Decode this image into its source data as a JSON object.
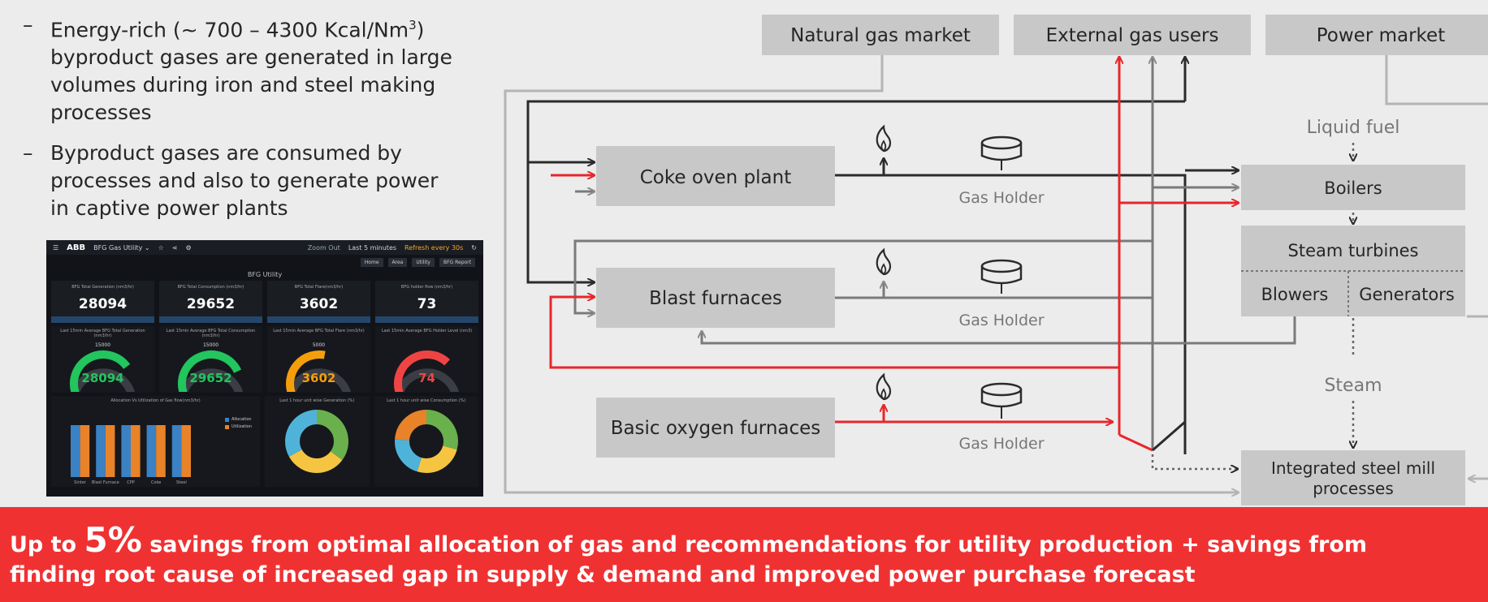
{
  "bullets": [
    {
      "dash": "–",
      "text_a": "Energy-rich (~ 700 – 4300 Kcal/Nm",
      "sup": "3",
      "text_b": ")",
      "line2": "byproduct gases are generated in large",
      "line3": "volumes during iron and steel making",
      "line4": "processes"
    },
    {
      "dash": "–",
      "line1": "Byproduct gases are consumed by",
      "line2": "processes and also to generate power",
      "line3": "in captive power plants"
    }
  ],
  "dashboard": {
    "logo": "ABB",
    "menu": "BFG Gas Utility ⌄",
    "range": "Last 5 minutes",
    "refresh": "Refresh every 30s",
    "zoom": "Zoom Out",
    "buttons": [
      "Home",
      "Area",
      "Utility",
      "BFG Report"
    ],
    "title": "BFG Utility",
    "stats": [
      {
        "label": "BFG Total Generation (nm3/hr)",
        "value": "28094"
      },
      {
        "label": "BFG Total Consumption (nm3/hr)",
        "value": "29652"
      },
      {
        "label": "BFG Total Flare(nm3/hr)",
        "value": "3602"
      },
      {
        "label": "BFG holder flow (nm3/hr)",
        "value": "73"
      }
    ],
    "gauges": [
      {
        "label": "Last 15min Average BFG Total Generation (nm3/hr)",
        "value": "28094",
        "max": "15000",
        "color": "#22c55e",
        "fraction": 0.75
      },
      {
        "label": "Last 15min Average BFG Total Consumption (nm3/hr)",
        "value": "29652",
        "max": "15000",
        "color": "#22c55e",
        "fraction": 0.8
      },
      {
        "label": "Last 15min Average BFG Total Flare (nm3/hr)",
        "value": "3602",
        "max": "5000",
        "color": "#f59e0b",
        "fraction": 0.55
      },
      {
        "label": "Last 15min Average BFG Holder Level (nm3)",
        "value": "74",
        "max": "",
        "color": "#ef4444",
        "fraction": 0.7
      }
    ],
    "alloc_title": "Allocation Vs Utilization of Gas flow(nm3/hr)",
    "alloc_legend": [
      "Allocation",
      "Utilization"
    ],
    "pie1_title": "Last 1 hour unit wise Generation (%)",
    "pie2_title": "Last 1 hour unit wise Consumption (%)",
    "allocation": {
      "categories": [
        "Sinter",
        "Blast Furnace",
        "CPP",
        "Coke",
        "Steel"
      ],
      "allocation": [
        20,
        20,
        20,
        20,
        20
      ],
      "utilization": [
        20,
        20,
        20,
        20,
        20
      ]
    }
  },
  "diagram": {
    "top_boxes": {
      "natural_gas": "Natural gas market",
      "external": "External gas users",
      "power": "Power market"
    },
    "plants": {
      "coke": "Coke oven plant",
      "blast": "Blast furnaces",
      "bof": "Basic oxygen furnaces"
    },
    "gas_holder": "Gas Holder",
    "liquid_fuel": "Liquid fuel",
    "boilers": "Boilers",
    "steam_turbines": "Steam turbines",
    "blowers": "Blowers",
    "generators": "Generators",
    "steam": "Steam",
    "mill_1": "Integrated steel mill",
    "mill_2": "processes",
    "colors": {
      "red": "#e8262b",
      "dark": "#2b2b2b",
      "grey": "#8c8c8c",
      "box": "#c8c8c8"
    }
  },
  "banner": {
    "pre": "Up to ",
    "big": "5%",
    "line1": " savings from optimal allocation of gas and recommendations for utility production + savings from",
    "line2": "finding root cause of increased gap in supply & demand and improved power purchase forecast"
  }
}
